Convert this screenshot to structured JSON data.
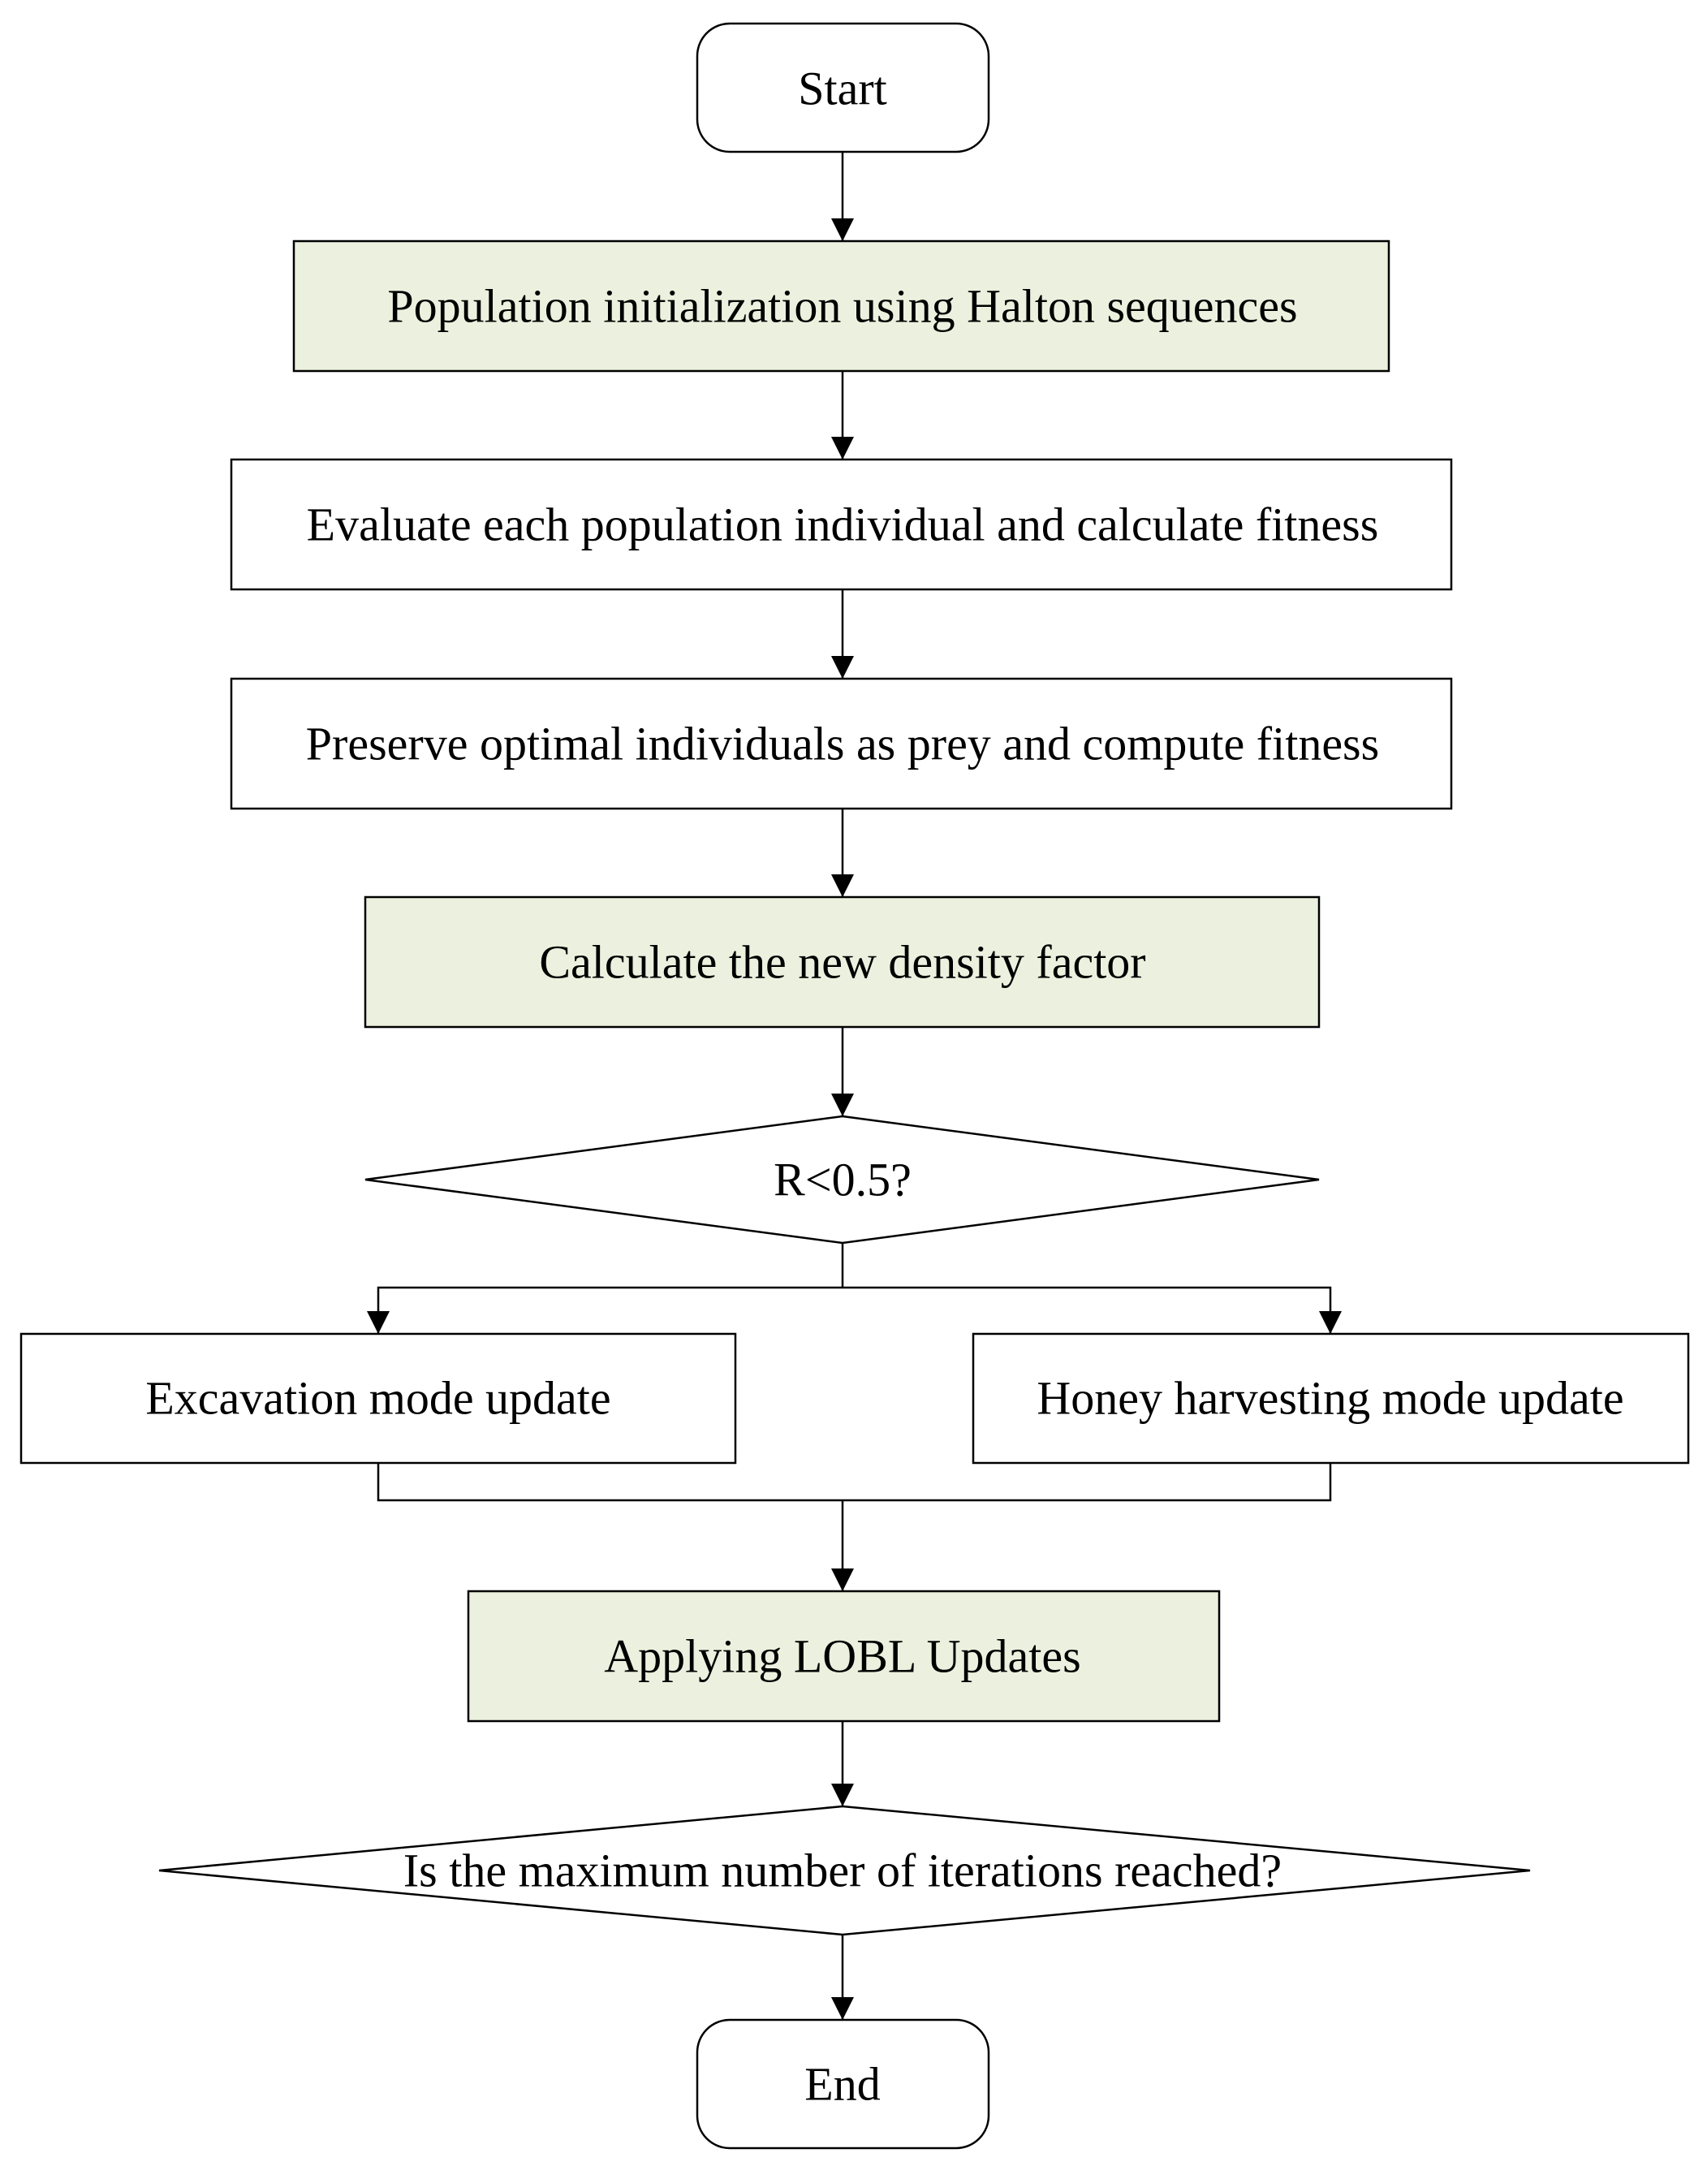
{
  "colors": {
    "highlight_fill": "#EBF1DE",
    "plain_fill": "#FFFFFF",
    "line": "#000000",
    "text": "#000000"
  },
  "nodes": {
    "start": "Start",
    "init": "Population initialization using Halton sequences",
    "evaluate": "Evaluate each population individual and calculate fitness",
    "preserve": "Preserve optimal individuals as prey and compute fitness",
    "density": "Calculate the new density factor",
    "decision_r": "R<0.5?",
    "excavation": "Excavation mode update",
    "honey": "Honey harvesting mode update",
    "lobl": "Applying LOBL Updates",
    "decision_iter": "Is the maximum number of iterations reached?",
    "end": "End"
  }
}
